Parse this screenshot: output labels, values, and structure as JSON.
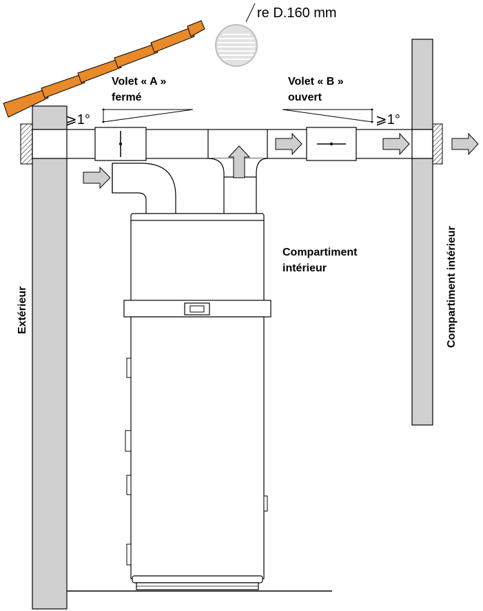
{
  "grille_label": "re D.160 mm",
  "damper_a": {
    "line1": "Volet « A »",
    "line2": "fermé"
  },
  "damper_b": {
    "line1": "Volet « B »",
    "line2": "ouvert"
  },
  "slope_left": "⩾1°",
  "slope_right": "⩾1°",
  "exterior_label": "Extérieur",
  "compartment_center": {
    "line1": "Compartiment",
    "line2": "intérieur"
  },
  "compartment_right": "Compartiment intérieur",
  "colors": {
    "roof_tile": "#e8892a",
    "arrow_fill": "#cfcfcf",
    "wall_fill": "#d0d0d0",
    "grille": "#e2e2e2"
  }
}
